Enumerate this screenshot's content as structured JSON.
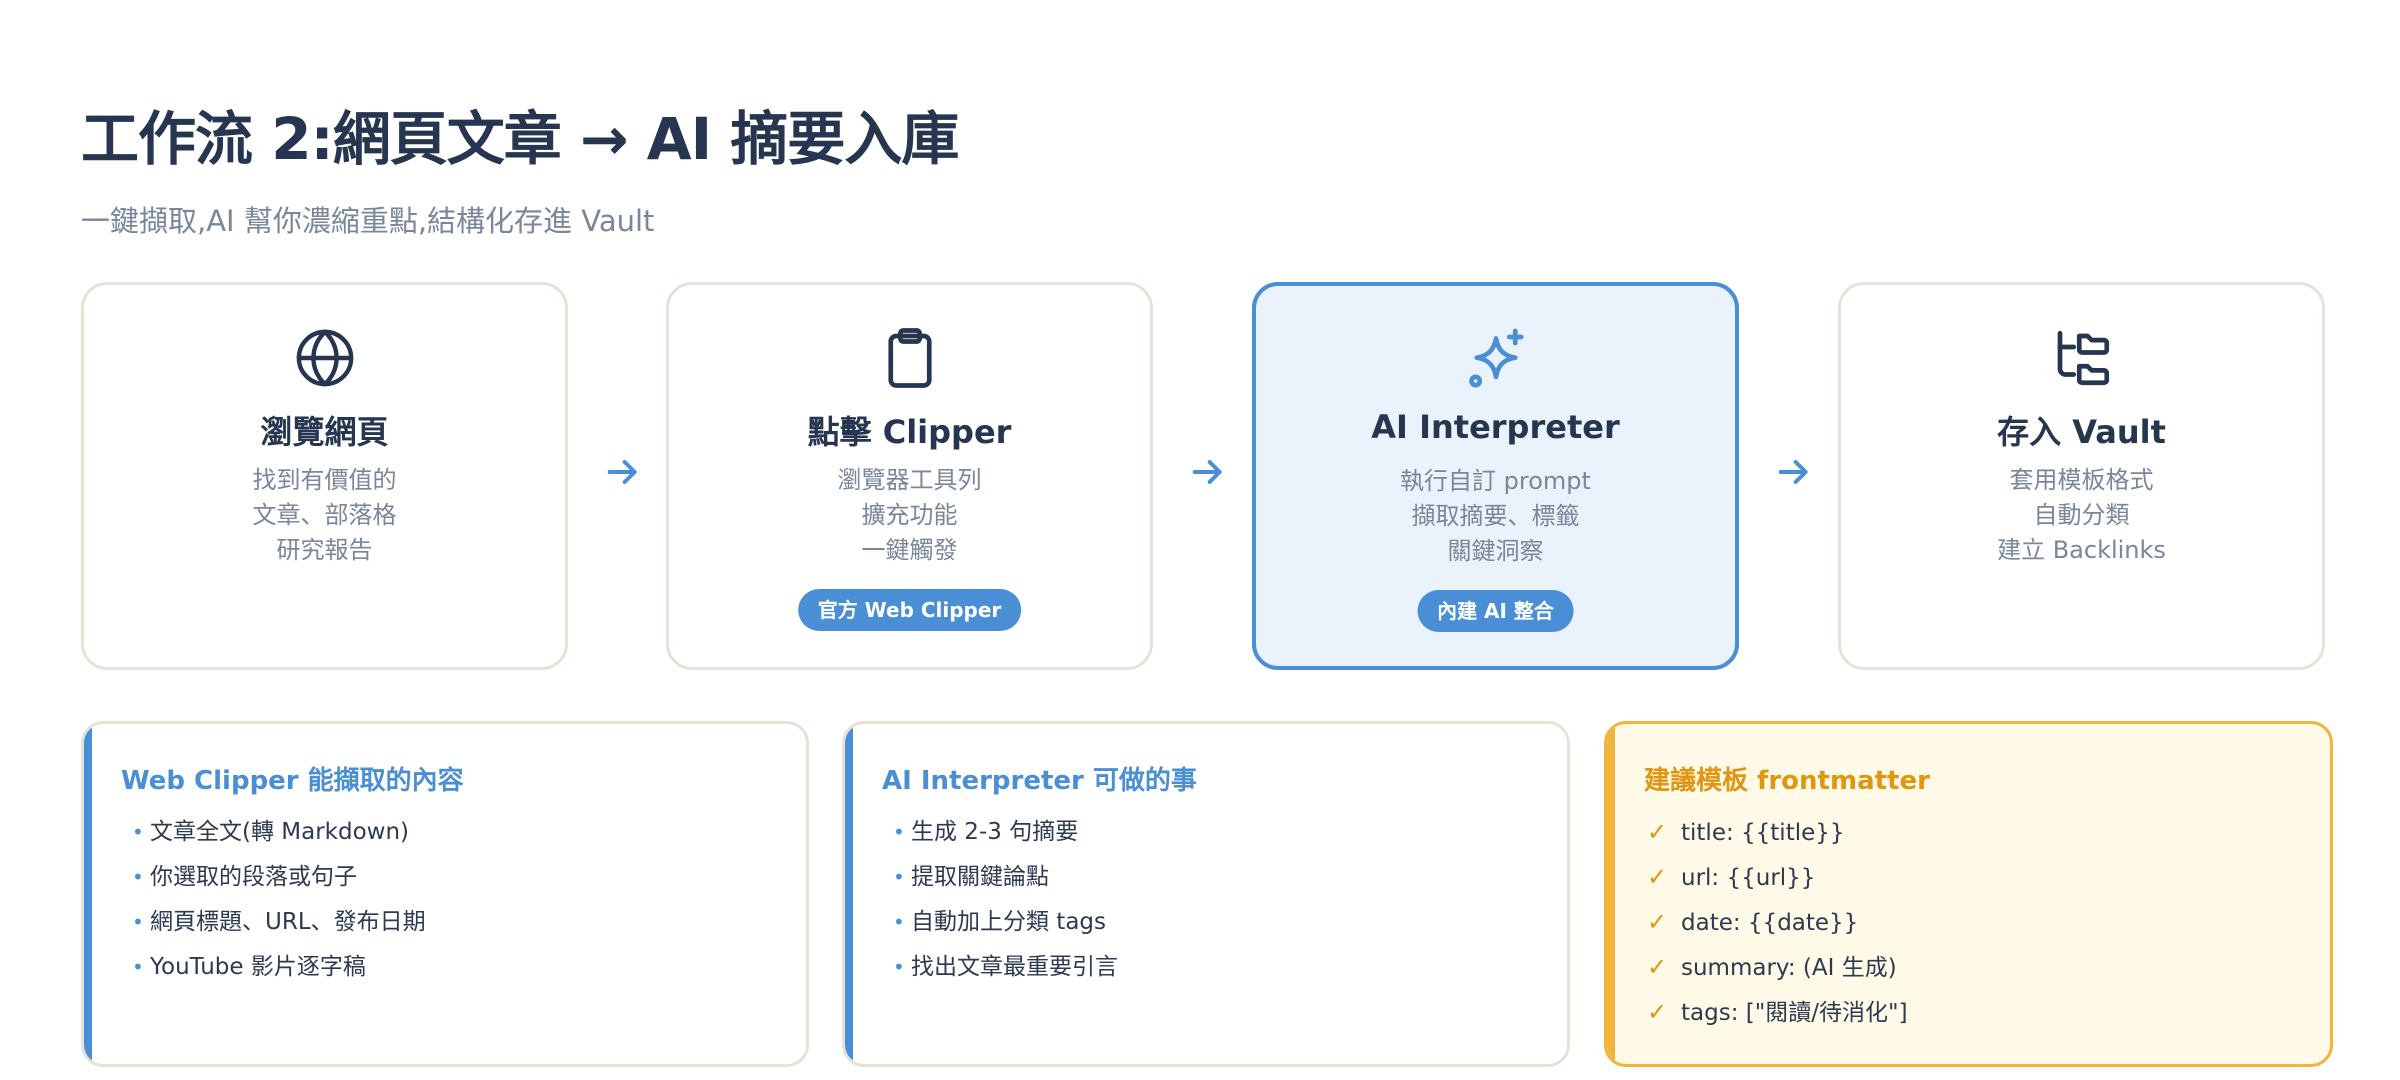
{
  "page": {
    "title": "工作流 2:網頁文章 → AI 摘要入庫",
    "subtitle": "一鍵擷取,AI 幫你濃縮重點,結構化存進 Vault"
  },
  "colors": {
    "accent": "#4a8fd6",
    "amber": "#f0b53a",
    "heading": "#263550",
    "muted": "#7a8699",
    "border": "#e6e3d6"
  },
  "steps": [
    {
      "icon": "globe-icon",
      "title": "瀏覽網頁",
      "lines": [
        "找到有價值的",
        "文章、部落格",
        "研究報告"
      ]
    },
    {
      "icon": "clipboard-icon",
      "title": "點擊 Clipper",
      "lines": [
        "瀏覽器工具列",
        "擴充功能",
        "一鍵觸發"
      ],
      "badge": "官方 Web Clipper"
    },
    {
      "icon": "sparkles-icon",
      "title": "AI Interpreter",
      "lines": [
        "執行自訂 prompt",
        "擷取摘要、標籤",
        "關鍵洞察"
      ],
      "badge": "內建 AI 整合",
      "highlighted": true
    },
    {
      "icon": "folder-tree-icon",
      "title": "存入 Vault",
      "lines": [
        "套用模板格式",
        "自動分類",
        "建立 Backlinks"
      ]
    }
  ],
  "panels": [
    {
      "title": "Web Clipper 能擷取的內容",
      "items": [
        "文章全文(轉 Markdown)",
        "你選取的段落或句子",
        "網頁標題、URL、發布日期",
        "YouTube 影片逐字稿"
      ]
    },
    {
      "title": "AI Interpreter 可做的事",
      "items": [
        "生成 2-3 句摘要",
        "提取關鍵論點",
        "自動加上分類 tags",
        "找出文章最重要引言"
      ]
    },
    {
      "title": "建議模板 frontmatter",
      "items": [
        "title: {{title}}",
        "url: {{url}}",
        "date: {{date}}",
        "summary: (AI 生成)",
        "tags: [\"閱讀/待消化\"]"
      ]
    }
  ]
}
